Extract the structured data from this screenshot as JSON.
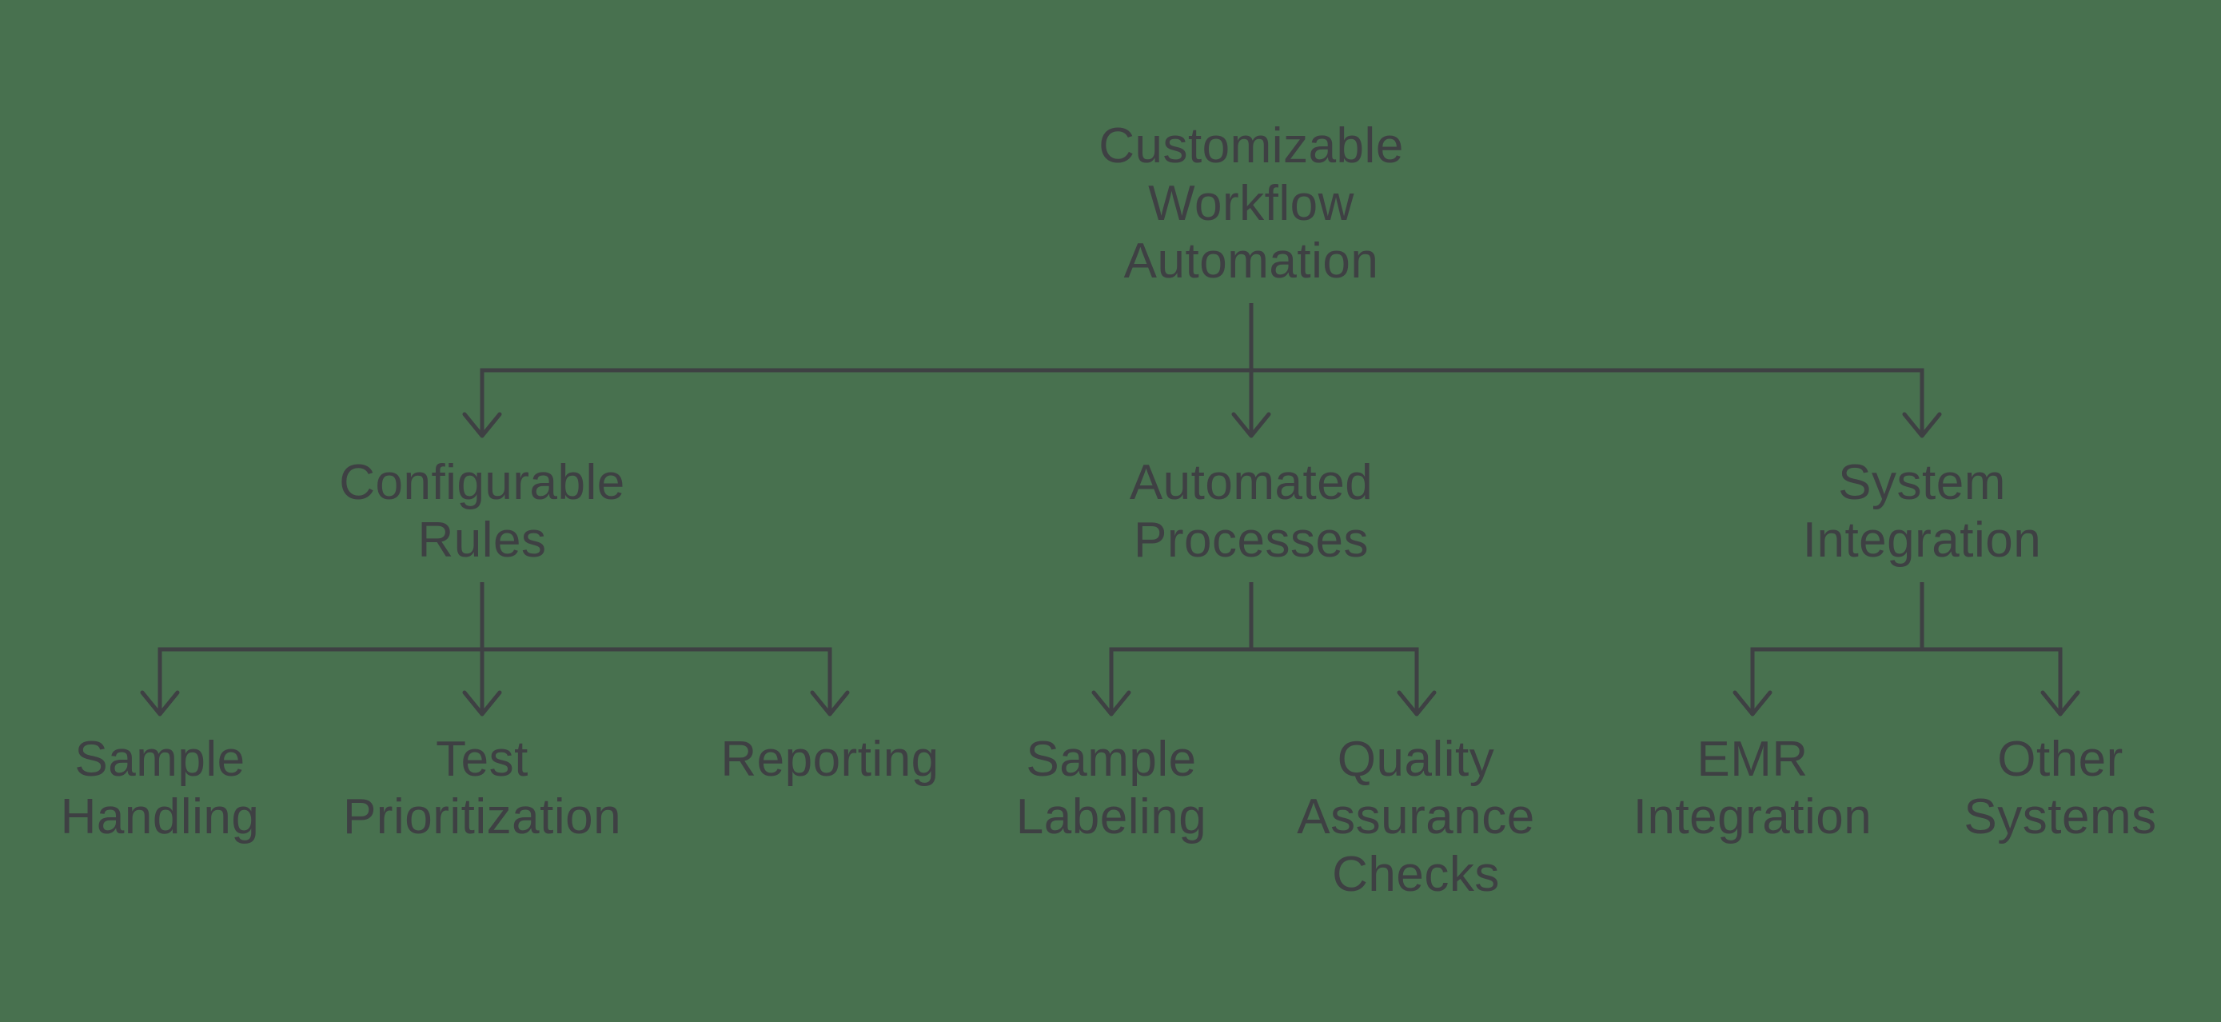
{
  "colors": {
    "background": "#48714F",
    "ink": "#3E4043"
  },
  "diagram": {
    "type": "tree",
    "nodes": {
      "root": {
        "label": "Customizable Workflow Automation",
        "lines": [
          "Customizable",
          "Workflow",
          "Automation"
        ]
      },
      "configurable_rules": {
        "label": "Configurable Rules",
        "lines": [
          "Configurable",
          "Rules"
        ]
      },
      "automated_processes": {
        "label": "Automated Processes",
        "lines": [
          "Automated",
          "Processes"
        ]
      },
      "system_integration": {
        "label": "System Integration",
        "lines": [
          "System",
          "Integration"
        ]
      },
      "sample_handling": {
        "label": "Sample Handling",
        "lines": [
          "Sample",
          "Handling"
        ]
      },
      "test_prioritization": {
        "label": "Test Prioritization",
        "lines": [
          "Test",
          "Prioritization"
        ]
      },
      "reporting": {
        "label": "Reporting",
        "lines": [
          "Reporting"
        ]
      },
      "sample_labeling": {
        "label": "Sample Labeling",
        "lines": [
          "Sample",
          "Labeling"
        ]
      },
      "quality_assurance_checks": {
        "label": "Quality Assurance Checks",
        "lines": [
          "Quality",
          "Assurance",
          "Checks"
        ]
      },
      "emr_integration": {
        "label": "EMR Integration",
        "lines": [
          "EMR",
          "Integration"
        ]
      },
      "other_systems": {
        "label": "Other Systems",
        "lines": [
          "Other",
          "Systems"
        ]
      }
    },
    "edges": [
      {
        "from": "root",
        "to": "configurable_rules"
      },
      {
        "from": "root",
        "to": "automated_processes"
      },
      {
        "from": "root",
        "to": "system_integration"
      },
      {
        "from": "configurable_rules",
        "to": "sample_handling"
      },
      {
        "from": "configurable_rules",
        "to": "test_prioritization"
      },
      {
        "from": "configurable_rules",
        "to": "reporting"
      },
      {
        "from": "automated_processes",
        "to": "sample_labeling"
      },
      {
        "from": "automated_processes",
        "to": "quality_assurance_checks"
      },
      {
        "from": "system_integration",
        "to": "emr_integration"
      },
      {
        "from": "system_integration",
        "to": "other_systems"
      }
    ]
  }
}
